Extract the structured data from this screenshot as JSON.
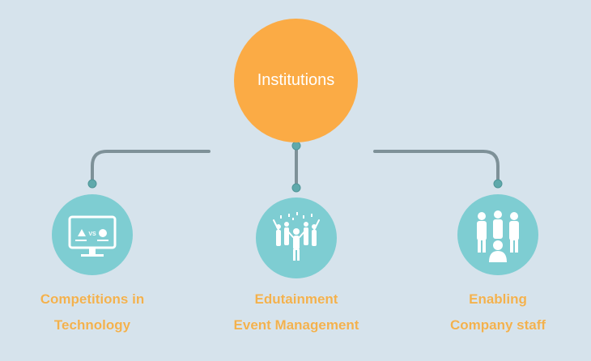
{
  "colors": {
    "background": "#d6e3ec",
    "root_fill": "#fbab45",
    "child_fill": "#7ecdd2",
    "connector": "#7e9198",
    "node_dot": "#5fa9ab",
    "label": "#f2b14e"
  },
  "root": {
    "label": "Institutions"
  },
  "children": [
    {
      "icon": "monitor-vs-icon",
      "icon_text": "VS",
      "lines": [
        "Competitions in",
        "Technology"
      ]
    },
    {
      "icon": "cheering-crowd-icon",
      "lines": [
        "Edutainment",
        "Event Management"
      ]
    },
    {
      "icon": "staff-group-icon",
      "lines": [
        "Enabling",
        "Company staff"
      ]
    }
  ]
}
